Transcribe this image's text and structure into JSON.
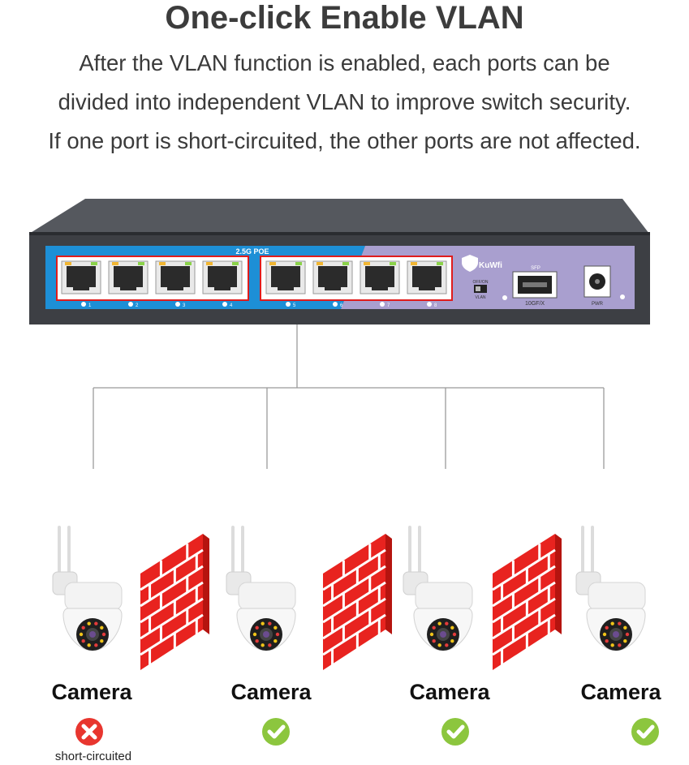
{
  "header": {
    "title": "One-click Enable VLAN",
    "lines": [
      "After the VLAN function is enabled, each ports can be",
      "divided into independent VLAN to improve switch security.",
      "If one port is short-circuited, the other ports are not affected."
    ]
  },
  "switch": {
    "poe_label": "2.5G POE",
    "brand": "KuWfi",
    "sfp_label": "SFP",
    "toggle_label_top": "OFF/ON",
    "toggle_label_bottom": "VLAN",
    "sfp_port_label": "10GF/X",
    "pwr_label": "PWR",
    "port_numbers": [
      "1",
      "2",
      "3",
      "4",
      "5",
      "6",
      "7",
      "8"
    ]
  },
  "cameras": [
    {
      "label": "Camera",
      "status": "error",
      "status_icon": "x-circle-icon",
      "note": "short-circuited"
    },
    {
      "label": "Camera",
      "status": "ok",
      "status_icon": "check-circle-icon"
    },
    {
      "label": "Camera",
      "status": "ok",
      "status_icon": "check-circle-icon"
    },
    {
      "label": "Camera",
      "status": "ok",
      "status_icon": "check-circle-icon"
    }
  ],
  "colors": {
    "switch_body": "#3d3f44",
    "panel_blue": "#1d8fd6",
    "panel_purple": "#a99fcf",
    "firewall_red": "#e8231f",
    "ok_green": "#8cc63e",
    "error_red": "#e8362f"
  }
}
